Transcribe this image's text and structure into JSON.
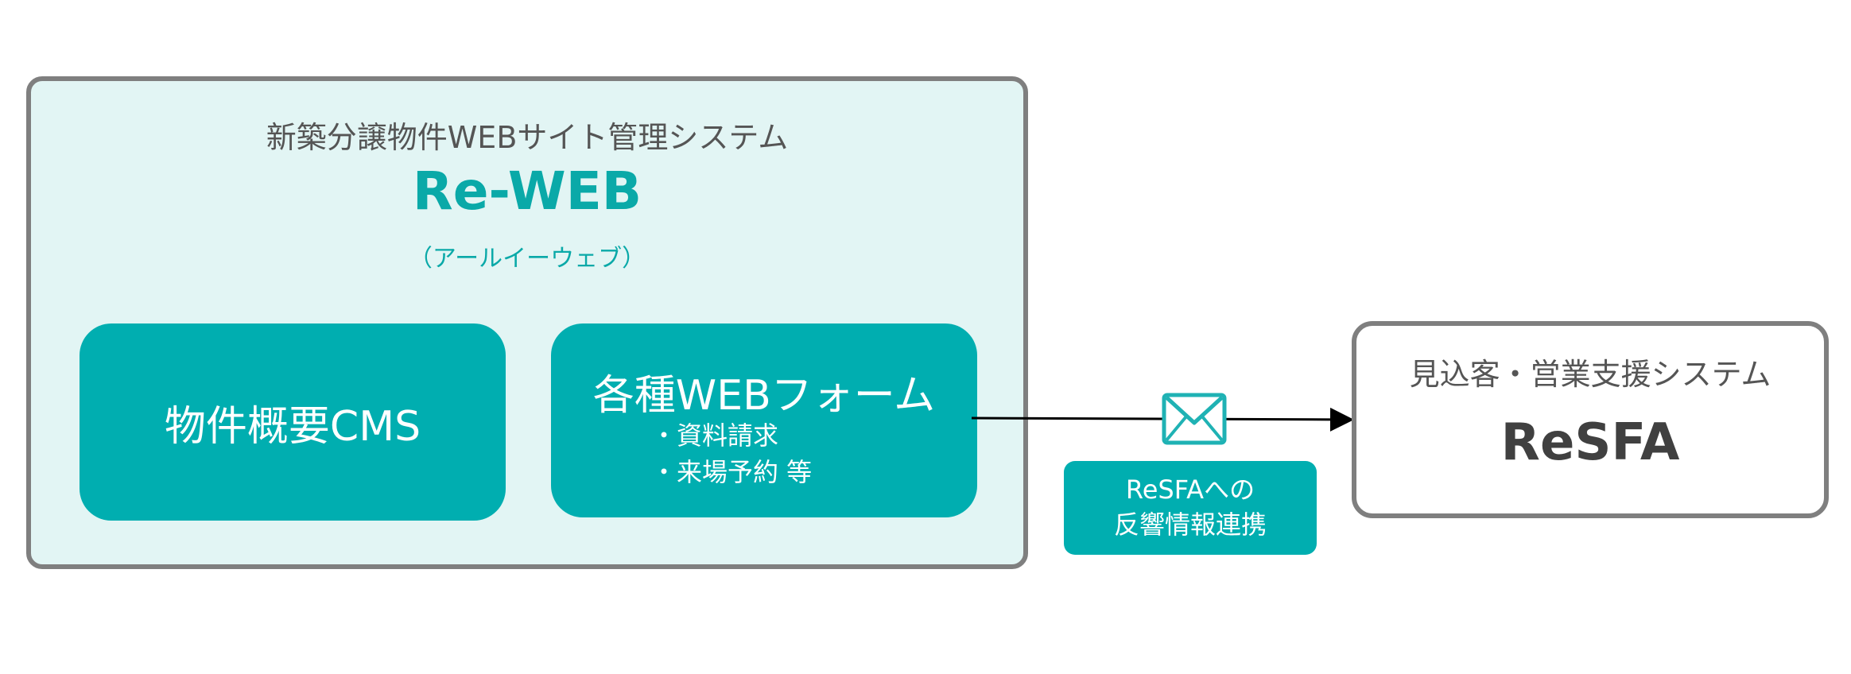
{
  "reweb": {
    "subtitle": "新築分譲物件WEBサイト管理システム",
    "title": "Re-WEB",
    "reading": "（アールイーウェブ）",
    "modules": {
      "cms": "物件概要CMS",
      "forms": {
        "title": "各種WEBフォーム",
        "items": [
          "・資料請求",
          "・来場予約 等"
        ]
      }
    }
  },
  "resfa": {
    "subtitle": "見込客・営業支援システム",
    "title": "ReSFA"
  },
  "connection": {
    "icon": "envelope-icon",
    "label_line1": "ReSFAへの",
    "label_line2": "反響情報連携"
  },
  "colors": {
    "accent": "#00aeb0",
    "panel_bg": "#e2f5f4",
    "border": "#7f7f7f",
    "title_teal": "#0aa9a8"
  }
}
